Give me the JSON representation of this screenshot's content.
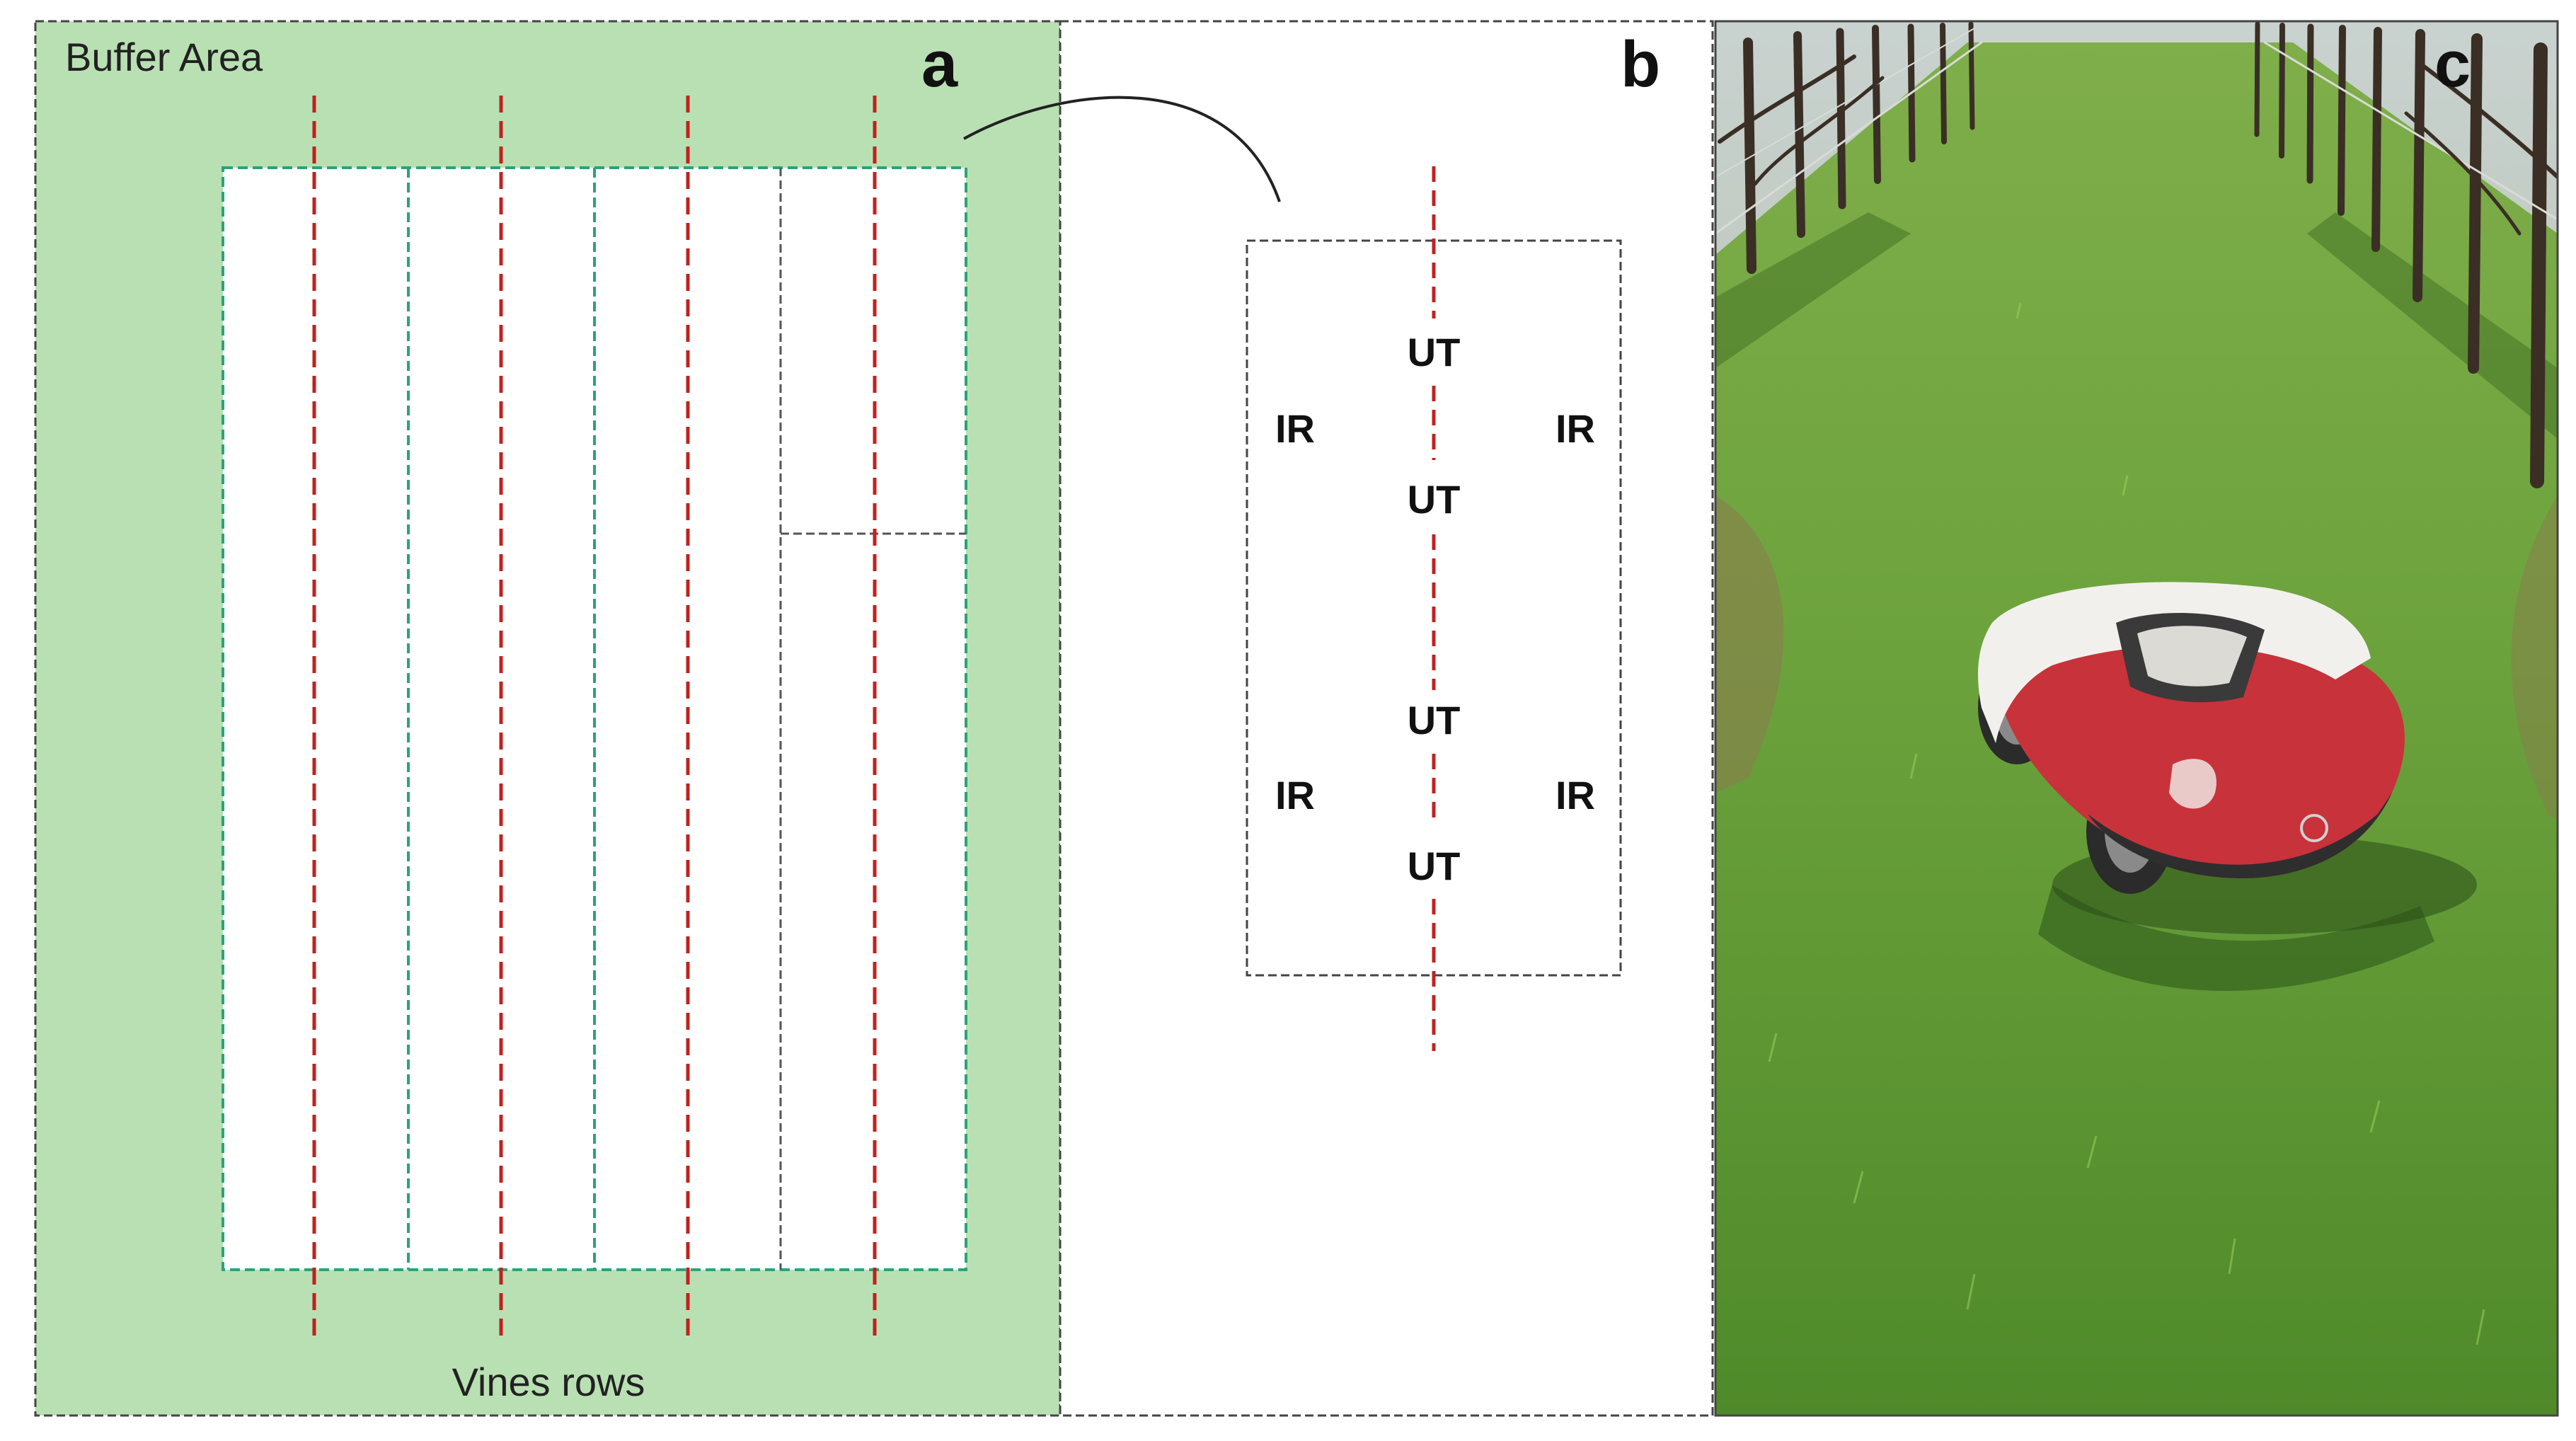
{
  "panels": {
    "a": {
      "letter": "a",
      "buffer_label": "Buffer Area",
      "rows_label": "Vines rows",
      "row_count": 4,
      "colors": {
        "buffer_fill": "#b9e0b3",
        "field_border": "#2aa37a",
        "row_line": "#c0221e"
      }
    },
    "b": {
      "letter": "b",
      "sensors": {
        "ut": "UT",
        "ir": "IR"
      }
    },
    "c": {
      "letter": "c",
      "photo_alt": "robotic lawn mower in vineyard"
    }
  },
  "colors": {
    "dash_border": "#333333",
    "mower_red": "#c8323a",
    "mower_cover": "#f2f0ec",
    "grass": "#6ea53a"
  }
}
